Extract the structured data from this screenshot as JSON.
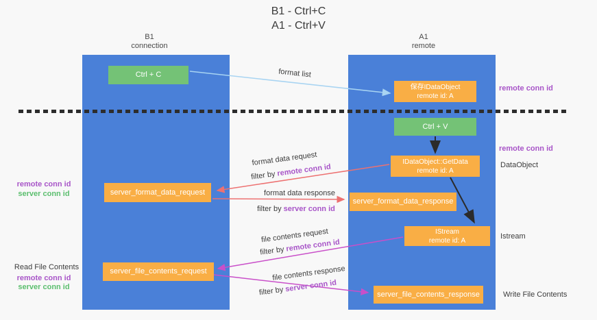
{
  "title": {
    "line1": "B1 - Ctrl+C",
    "line2": "A1 - Ctrl+V"
  },
  "columns": {
    "left": {
      "title": "B1",
      "subtitle": "connection"
    },
    "right": {
      "title": "A1",
      "subtitle": "remote"
    }
  },
  "nodes": {
    "ctrl_c": {
      "label": "Ctrl + C"
    },
    "save_dataobject": {
      "label": "保存IDataObject",
      "sub": "remote id: A"
    },
    "ctrl_v": {
      "label": "Ctrl + V"
    },
    "getdata": {
      "label": "IDataObject::GetData",
      "sub": "remote id: A"
    },
    "server_format_data_request": {
      "label": "server_format_data_request"
    },
    "server_format_data_response": {
      "label": "server_format_data_response"
    },
    "istream": {
      "label": "IStream",
      "sub": "remote id: A"
    },
    "server_file_contents_request": {
      "label": "server_file_contents_request"
    },
    "server_file_contents_response": {
      "label": "server_file_contents_response"
    }
  },
  "edge_labels": {
    "format_list": "format list",
    "format_data_request": "format data request",
    "format_data_response": "format data response",
    "file_contents_request": "file contents request",
    "file_contents_response": "file contents response",
    "filter_by": "filter by",
    "remote_conn_id": "remote conn id",
    "server_conn_id": "server conn id"
  },
  "annotations": {
    "right_remote_conn_id_top": "remote conn id",
    "right_remote_conn_id_mid": "remote conn id",
    "right_dataobject": "DataObject",
    "right_istream": "Istream",
    "right_write_file_contents": "Write File Contents",
    "left_remote_conn_id_1": "remote conn id",
    "left_server_conn_id_1": "server conn id",
    "left_read_file_contents": "Read File Contents",
    "left_remote_conn_id_2": "remote conn id",
    "left_server_conn_id_2": "server conn id"
  },
  "colors": {
    "background": "#f8f8f8",
    "column_blue": "#4a80d8",
    "box_orange": "#f9ae45",
    "box_green": "#74c276",
    "arrow_lightblue": "#a8d4f2",
    "arrow_red": "#ed7171",
    "arrow_magenta": "#c94fc9",
    "arrow_black": "#2b2b2b",
    "text_purple": "#a855c8",
    "text_green": "#5bbe6e",
    "dashed_line": "#2d2d2d"
  }
}
